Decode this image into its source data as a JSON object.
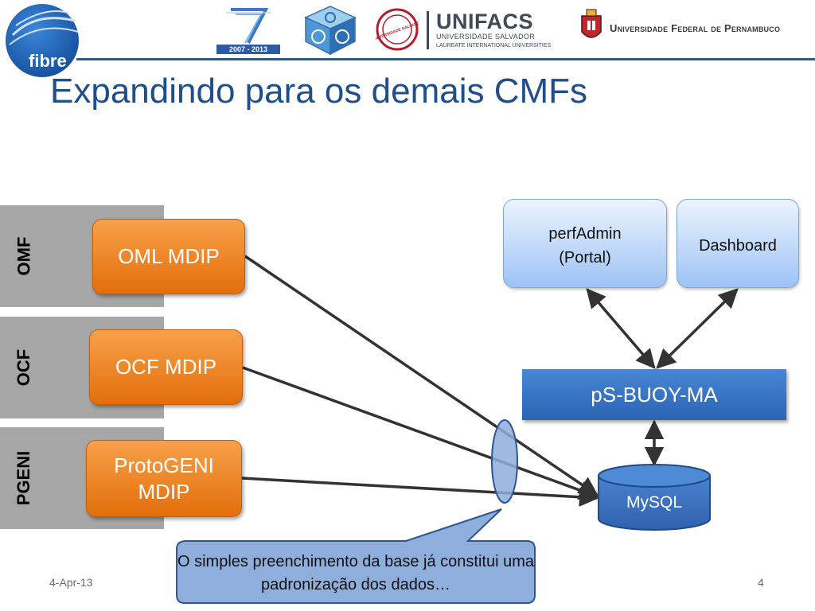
{
  "header": {
    "fibre_logo_text": "fibre",
    "fp7_years": "2007 - 2013",
    "unifacs_name": "UNIFACS",
    "unifacs_subtitle": "UNIVERSIDADE SALVADOR",
    "unifacs_laureate": "LAUREATE INTERNATIONAL UNIVERSITIES",
    "seal_text": "UNIVERSIDADE SALVADOR",
    "ufpe_name": "Universidade Federal de Pernambuco"
  },
  "title": "Expandindo para os demais CMFs",
  "cmfs": [
    {
      "label": "OMF",
      "mdip": "OML MDIP"
    },
    {
      "label": "OCF",
      "mdip": "OCF MDIP"
    },
    {
      "label": "PGENI",
      "mdip": "ProtoGENI MDIP"
    }
  ],
  "services": {
    "perfadmin": "perfAdmin (Portal)",
    "dashboard": "Dashboard",
    "buoy": "pS-BUOY-MA",
    "mysql": "MySQL"
  },
  "callout": "O simples preenchimento da base já constitui uma padronização dos dados…",
  "footer": {
    "date": "4-Apr-13",
    "page": "4"
  },
  "colors": {
    "title_blue": "#1f4e8c",
    "mdip_orange": "#f08a2a",
    "buoy_blue": "#3a76c8",
    "database_blue": "#3e72c0",
    "callout_blue": "#8eaedb",
    "band_gray": "#a6a6a6"
  }
}
